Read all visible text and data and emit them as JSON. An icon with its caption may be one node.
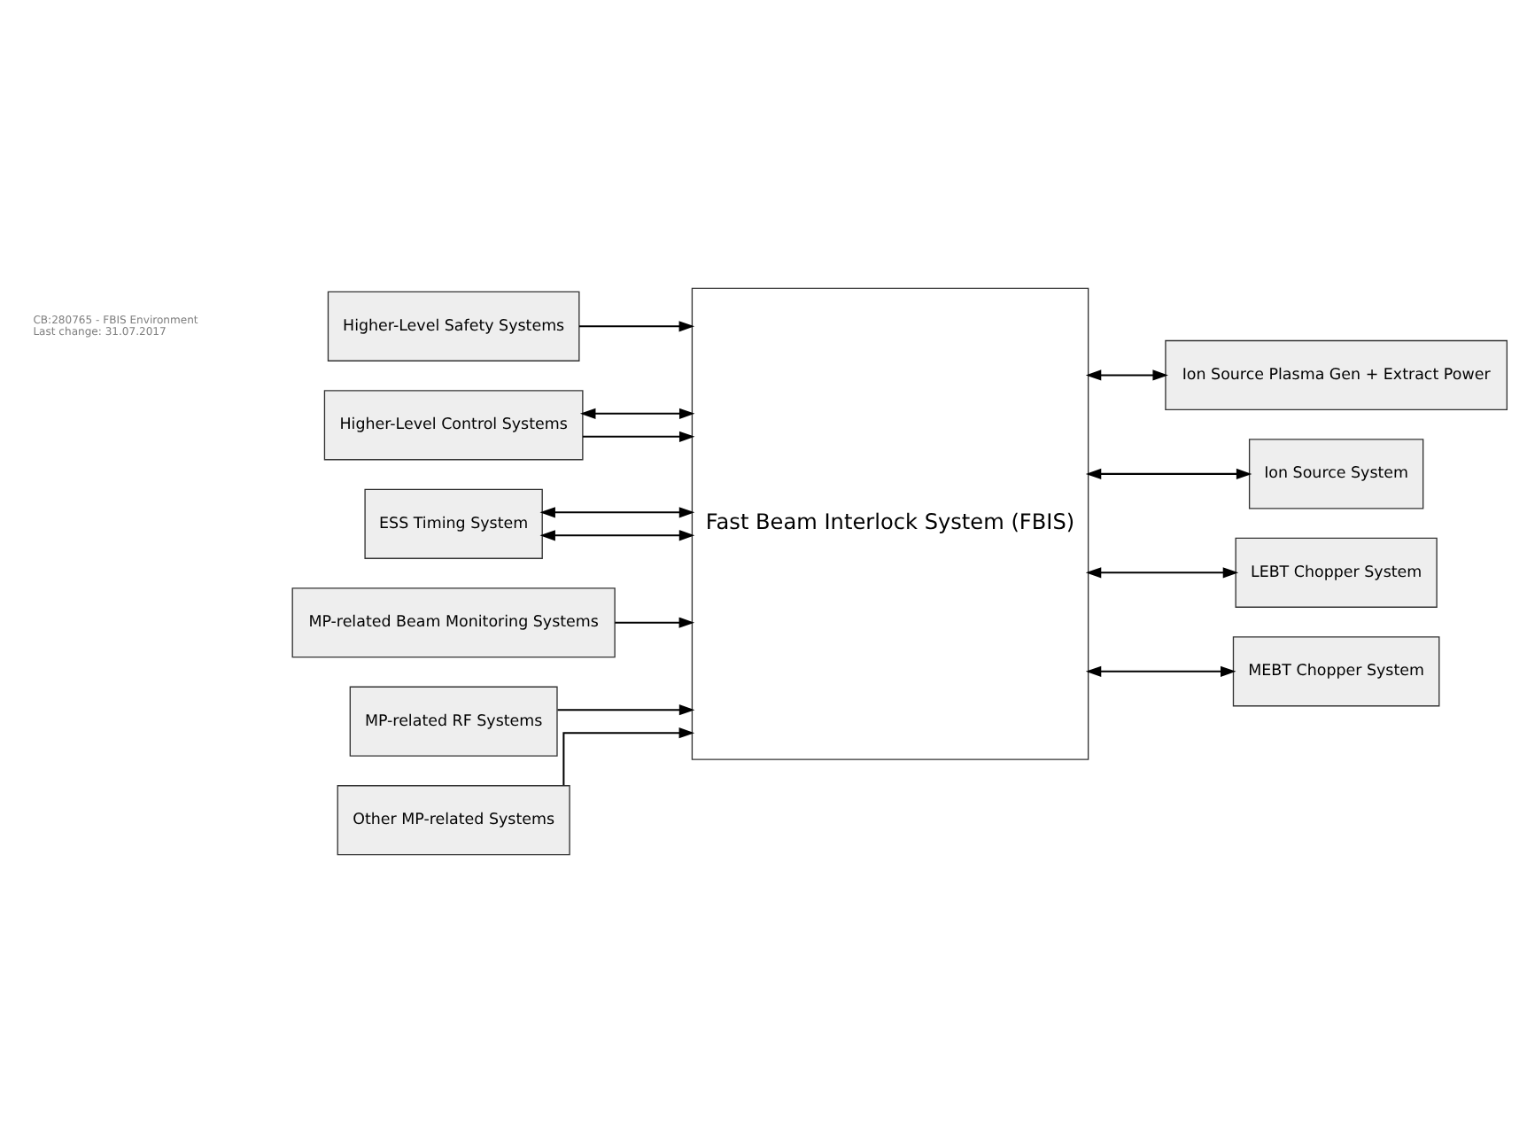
{
  "diagram": {
    "nodes": [
      {
        "text": [
          "Higher-Level Safety Systems"
        ]
      },
      {
        "text": [
          "Higher-Level Control Systems"
        ]
      },
      {
        "text": [
          "ESS Timing System"
        ]
      },
      {
        "text": [
          "Fast Beam Interlock System (FBIS)"
        ]
      },
      {
        "text": [
          "MP-related Beam Monitoring Systems"
        ]
      },
      {
        "text": [
          "MP-related RF Systems"
        ]
      },
      {
        "text": [
          "Other MP-related Systems"
        ]
      },
      {
        "text": [
          "Ion Source Plasma Gen + Extract Power"
        ]
      },
      {
        "text": [
          "Ion Source System"
        ]
      },
      {
        "text": [
          "LEBT Chopper System"
        ]
      },
      {
        "text": [
          "MEBT Chopper System"
        ]
      }
    ],
    "edges": [
      {
        "from": 0,
        "to": 3,
        "arrow": "to"
      },
      {
        "from": 1,
        "to": 3,
        "arrow": "to"
      },
      {
        "from": 1,
        "to": 3,
        "arrow": "both"
      },
      {
        "from": 2,
        "to": 3,
        "arrow": "both"
      },
      {
        "from": 2,
        "to": 3,
        "arrow": "both"
      },
      {
        "from": 4,
        "to": 3,
        "arrow": "to"
      },
      {
        "from": 5,
        "to": 3,
        "arrow": "to"
      },
      {
        "from": 6,
        "to": 3,
        "arrow": "to"
      },
      {
        "from": 3,
        "to": 7,
        "arrow": "both"
      },
      {
        "from": 3,
        "to": 8,
        "arrow": "both"
      },
      {
        "from": 3,
        "to": 9,
        "arrow": "both"
      },
      {
        "from": 3,
        "to": 10,
        "arrow": "both"
      }
    ],
    "labels": [
      "CB:280765 - FBIS Environment",
      "Last change: 31.07.2017"
    ]
  }
}
